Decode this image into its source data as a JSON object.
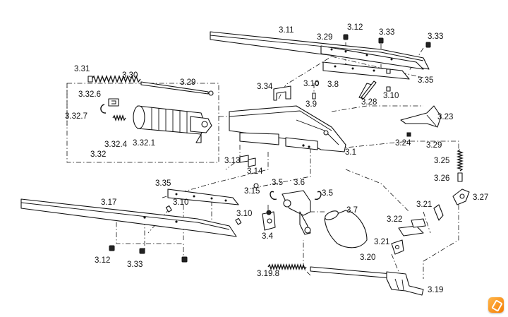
{
  "labels": {
    "p3_1": "3.1",
    "p3_4": "3.4",
    "p3_5": "3.5",
    "p3_6": "3.6",
    "p3_7": "3.7",
    "p3_8": "3.8",
    "p3_9": "3.9",
    "p3_10": "3.10",
    "p3_11": "3.11",
    "p3_12": "3.12",
    "p3_13": "3.13",
    "p3_14": "3.14",
    "p3_15": "3.15",
    "p3_17": "3.17",
    "p3_19": "3.19",
    "p3_19_8": "3.19.8",
    "p3_20": "3.20",
    "p3_21": "3.21",
    "p3_22": "3.22",
    "p3_23": "3.23",
    "p3_24": "3.24",
    "p3_25": "3.25",
    "p3_26": "3.26",
    "p3_27": "3.27",
    "p3_28": "3.28",
    "p3_29": "3.29",
    "p3_30": "3.30",
    "p3_31": "3.31",
    "p3_32": "3.32",
    "p3_32_1": "3.32.1",
    "p3_32_4": "3.32.4",
    "p3_32_6": "3.32.6",
    "p3_32_7": "3.32.7",
    "p3_33": "3.33",
    "p3_34": "3.34",
    "p3_35": "3.35"
  },
  "colors": {
    "line": "#111111",
    "background": "#ffffff",
    "badge": "#f57c00"
  },
  "icons": {
    "corner_badge": "app-badge-icon"
  }
}
